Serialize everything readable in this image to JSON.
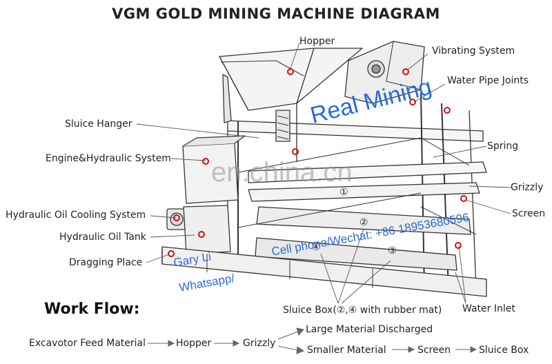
{
  "title": "VGM GOLD MINING MACHINE DIAGRAM",
  "labels": {
    "hopper": "Hopper",
    "vibrating_system": "Vibrating System",
    "water_pipe_joints": "Water Pipe Joints",
    "sluice_hanger": "Sluice Hanger",
    "spring": "Spring",
    "engine_hydraulic": "Engine&Hydraulic System",
    "grizzly": "Grizzly",
    "screen": "Screen",
    "hydraulic_oil_cooling": "Hydraulic Oil Cooling System",
    "hydraulic_oil_tank": "Hydraulic Oil Tank",
    "dragging_place": "Dragging Place",
    "sluice_box": "Sluice Box(②,④ with rubber mat)",
    "water_inlet": "Water Inlet"
  },
  "markers": [
    "①",
    "②",
    "③",
    "④"
  ],
  "watermarks": {
    "brand": "Real Mining",
    "site": "en.china.cn",
    "contact_name": "Gary Li",
    "contact_phone": "Cell phone/Wechat: +86 18953680596",
    "contact_whatsapp": "Whatsapp/"
  },
  "workflow": {
    "title": "Work Flow:",
    "steps": {
      "feed": "Excavotor Feed Material",
      "hopper": "Hopper",
      "grizzly": "Grizzly",
      "large": "Large Material Discharged",
      "smaller": "Smaller Material",
      "screen": "Screen",
      "sluice": "Sluice Box"
    }
  },
  "colors": {
    "marker_red": "#cc1111",
    "watermark_blue": "#2a6bd6",
    "line": "#333333"
  }
}
